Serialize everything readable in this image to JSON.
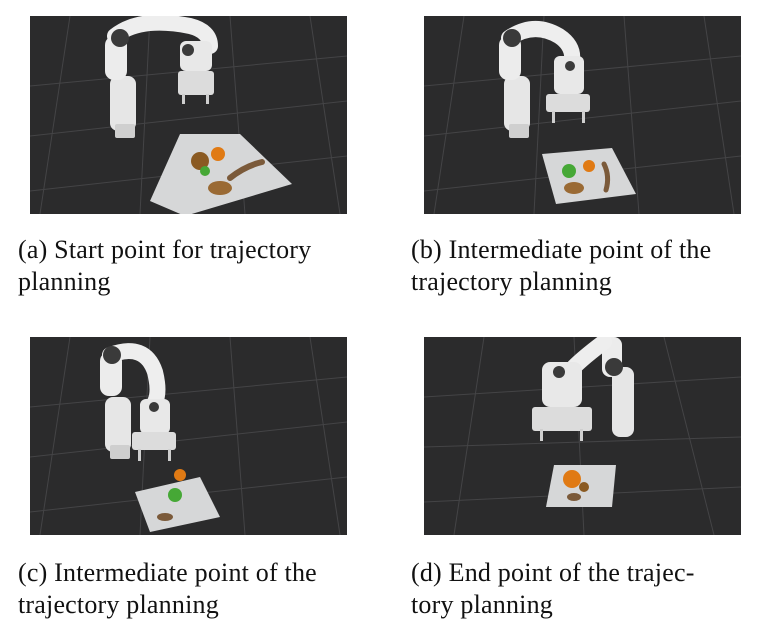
{
  "figure": {
    "panels": [
      {
        "id": "a",
        "caption_line1": "(a) Start point for trajectory",
        "caption_line2": "planning"
      },
      {
        "id": "b",
        "caption_line1": "(b) Intermediate point of the",
        "caption_line2": "trajectory planning"
      },
      {
        "id": "c",
        "caption_line1": "(c) Intermediate point of the",
        "caption_line2": "trajectory planning"
      },
      {
        "id": "d",
        "caption_line1": "(d) End point of the trajec-",
        "caption_line2": "tory planning"
      }
    ],
    "colors": {
      "scene_background": "#2b2b2c",
      "grid": "#454547",
      "robot": "#e6e6e6",
      "robot_joint": "#3a3a3a",
      "table": "#d9dadb"
    }
  }
}
